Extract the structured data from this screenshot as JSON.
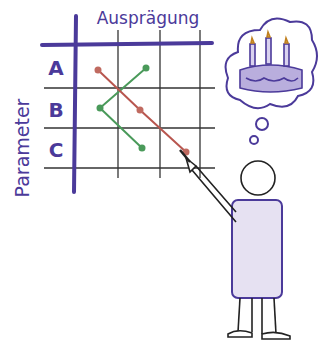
{
  "diagram": {
    "labels": [
      "Ausprägung",
      "Parameter",
      "A",
      "B",
      "C"
    ]
  }
}
